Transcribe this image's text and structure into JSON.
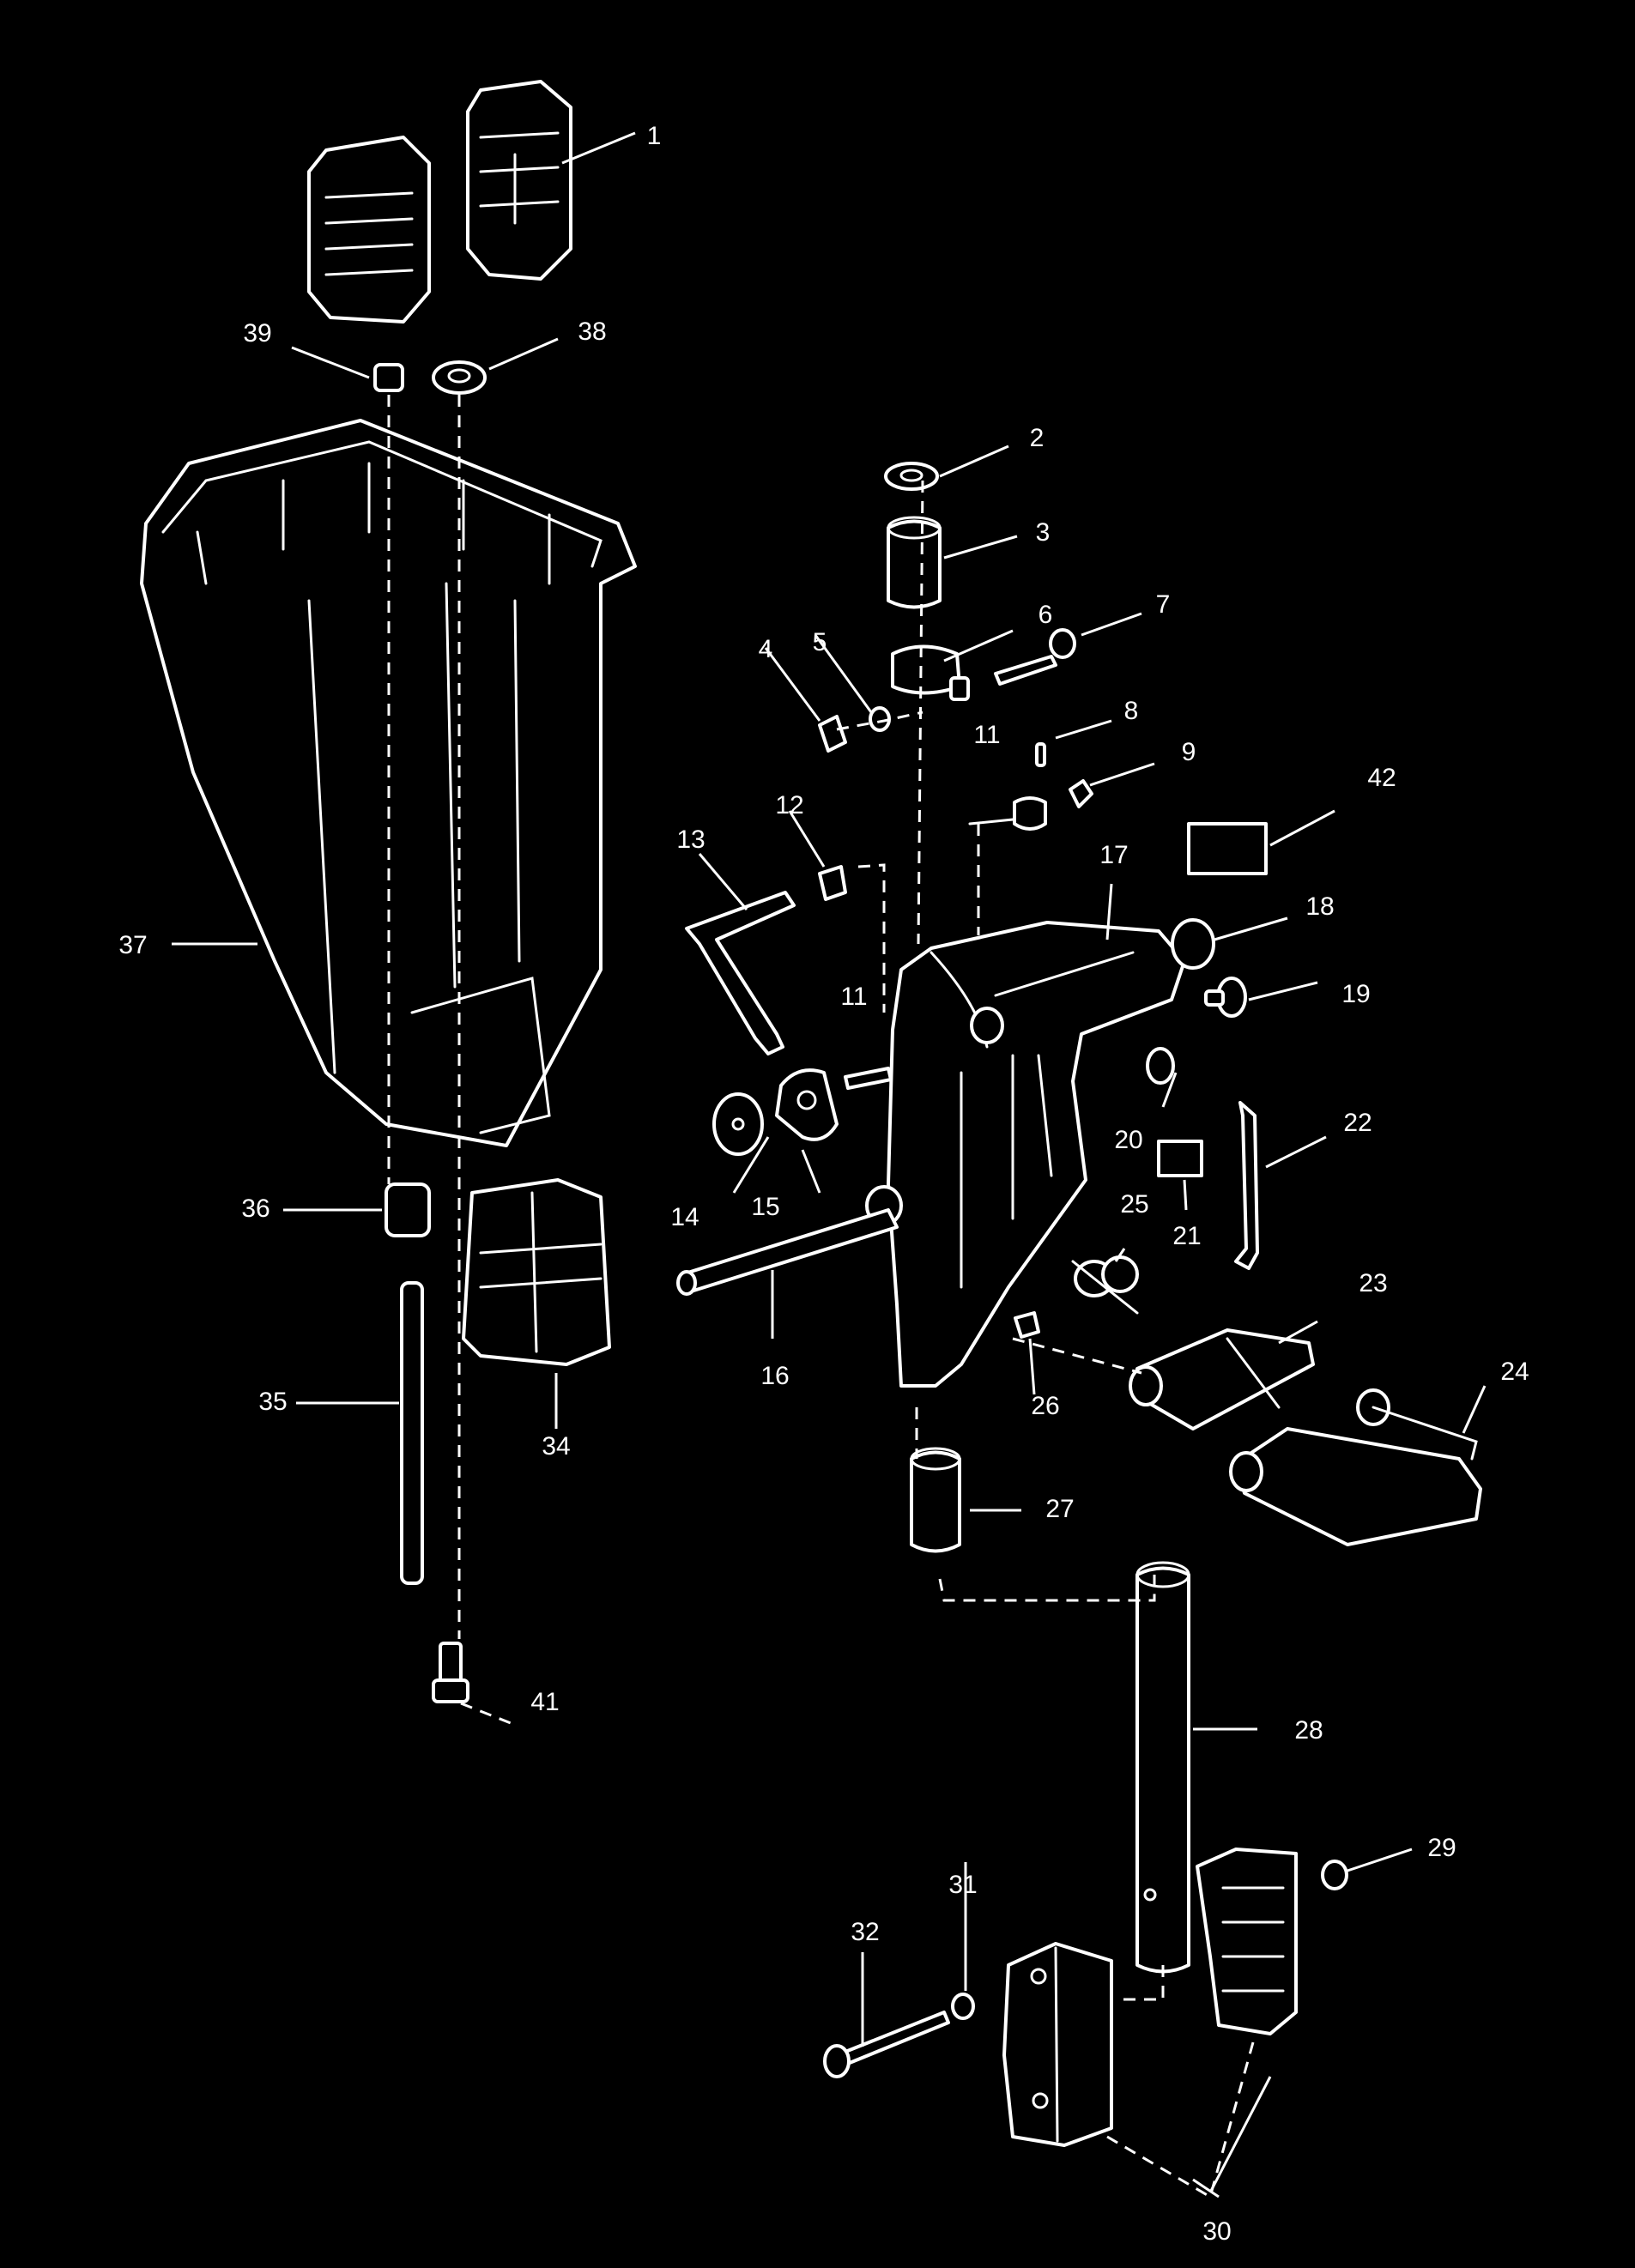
{
  "diagram": {
    "callouts": {
      "c1": "1",
      "c2": "2",
      "c3": "3",
      "c4": "4",
      "c5": "5",
      "c6": "6",
      "c7": "7",
      "c8": "8",
      "c9": "9",
      "c11a": "11",
      "c11b": "11",
      "c12": "12",
      "c13": "13",
      "c14": "14",
      "c15": "15",
      "c16": "16",
      "c17": "17",
      "c18": "18",
      "c19": "19",
      "c20": "20",
      "c21": "21",
      "c22": "22",
      "c23": "23",
      "c24": "24",
      "c25": "25",
      "c26": "26",
      "c27": "27",
      "c28": "28",
      "c29": "29",
      "c30": "30",
      "c31": "31",
      "c32": "32",
      "c34": "34",
      "c35": "35",
      "c36": "36",
      "c37": "37",
      "c38": "38",
      "c39": "39",
      "c41": "41",
      "c42": "42"
    }
  }
}
